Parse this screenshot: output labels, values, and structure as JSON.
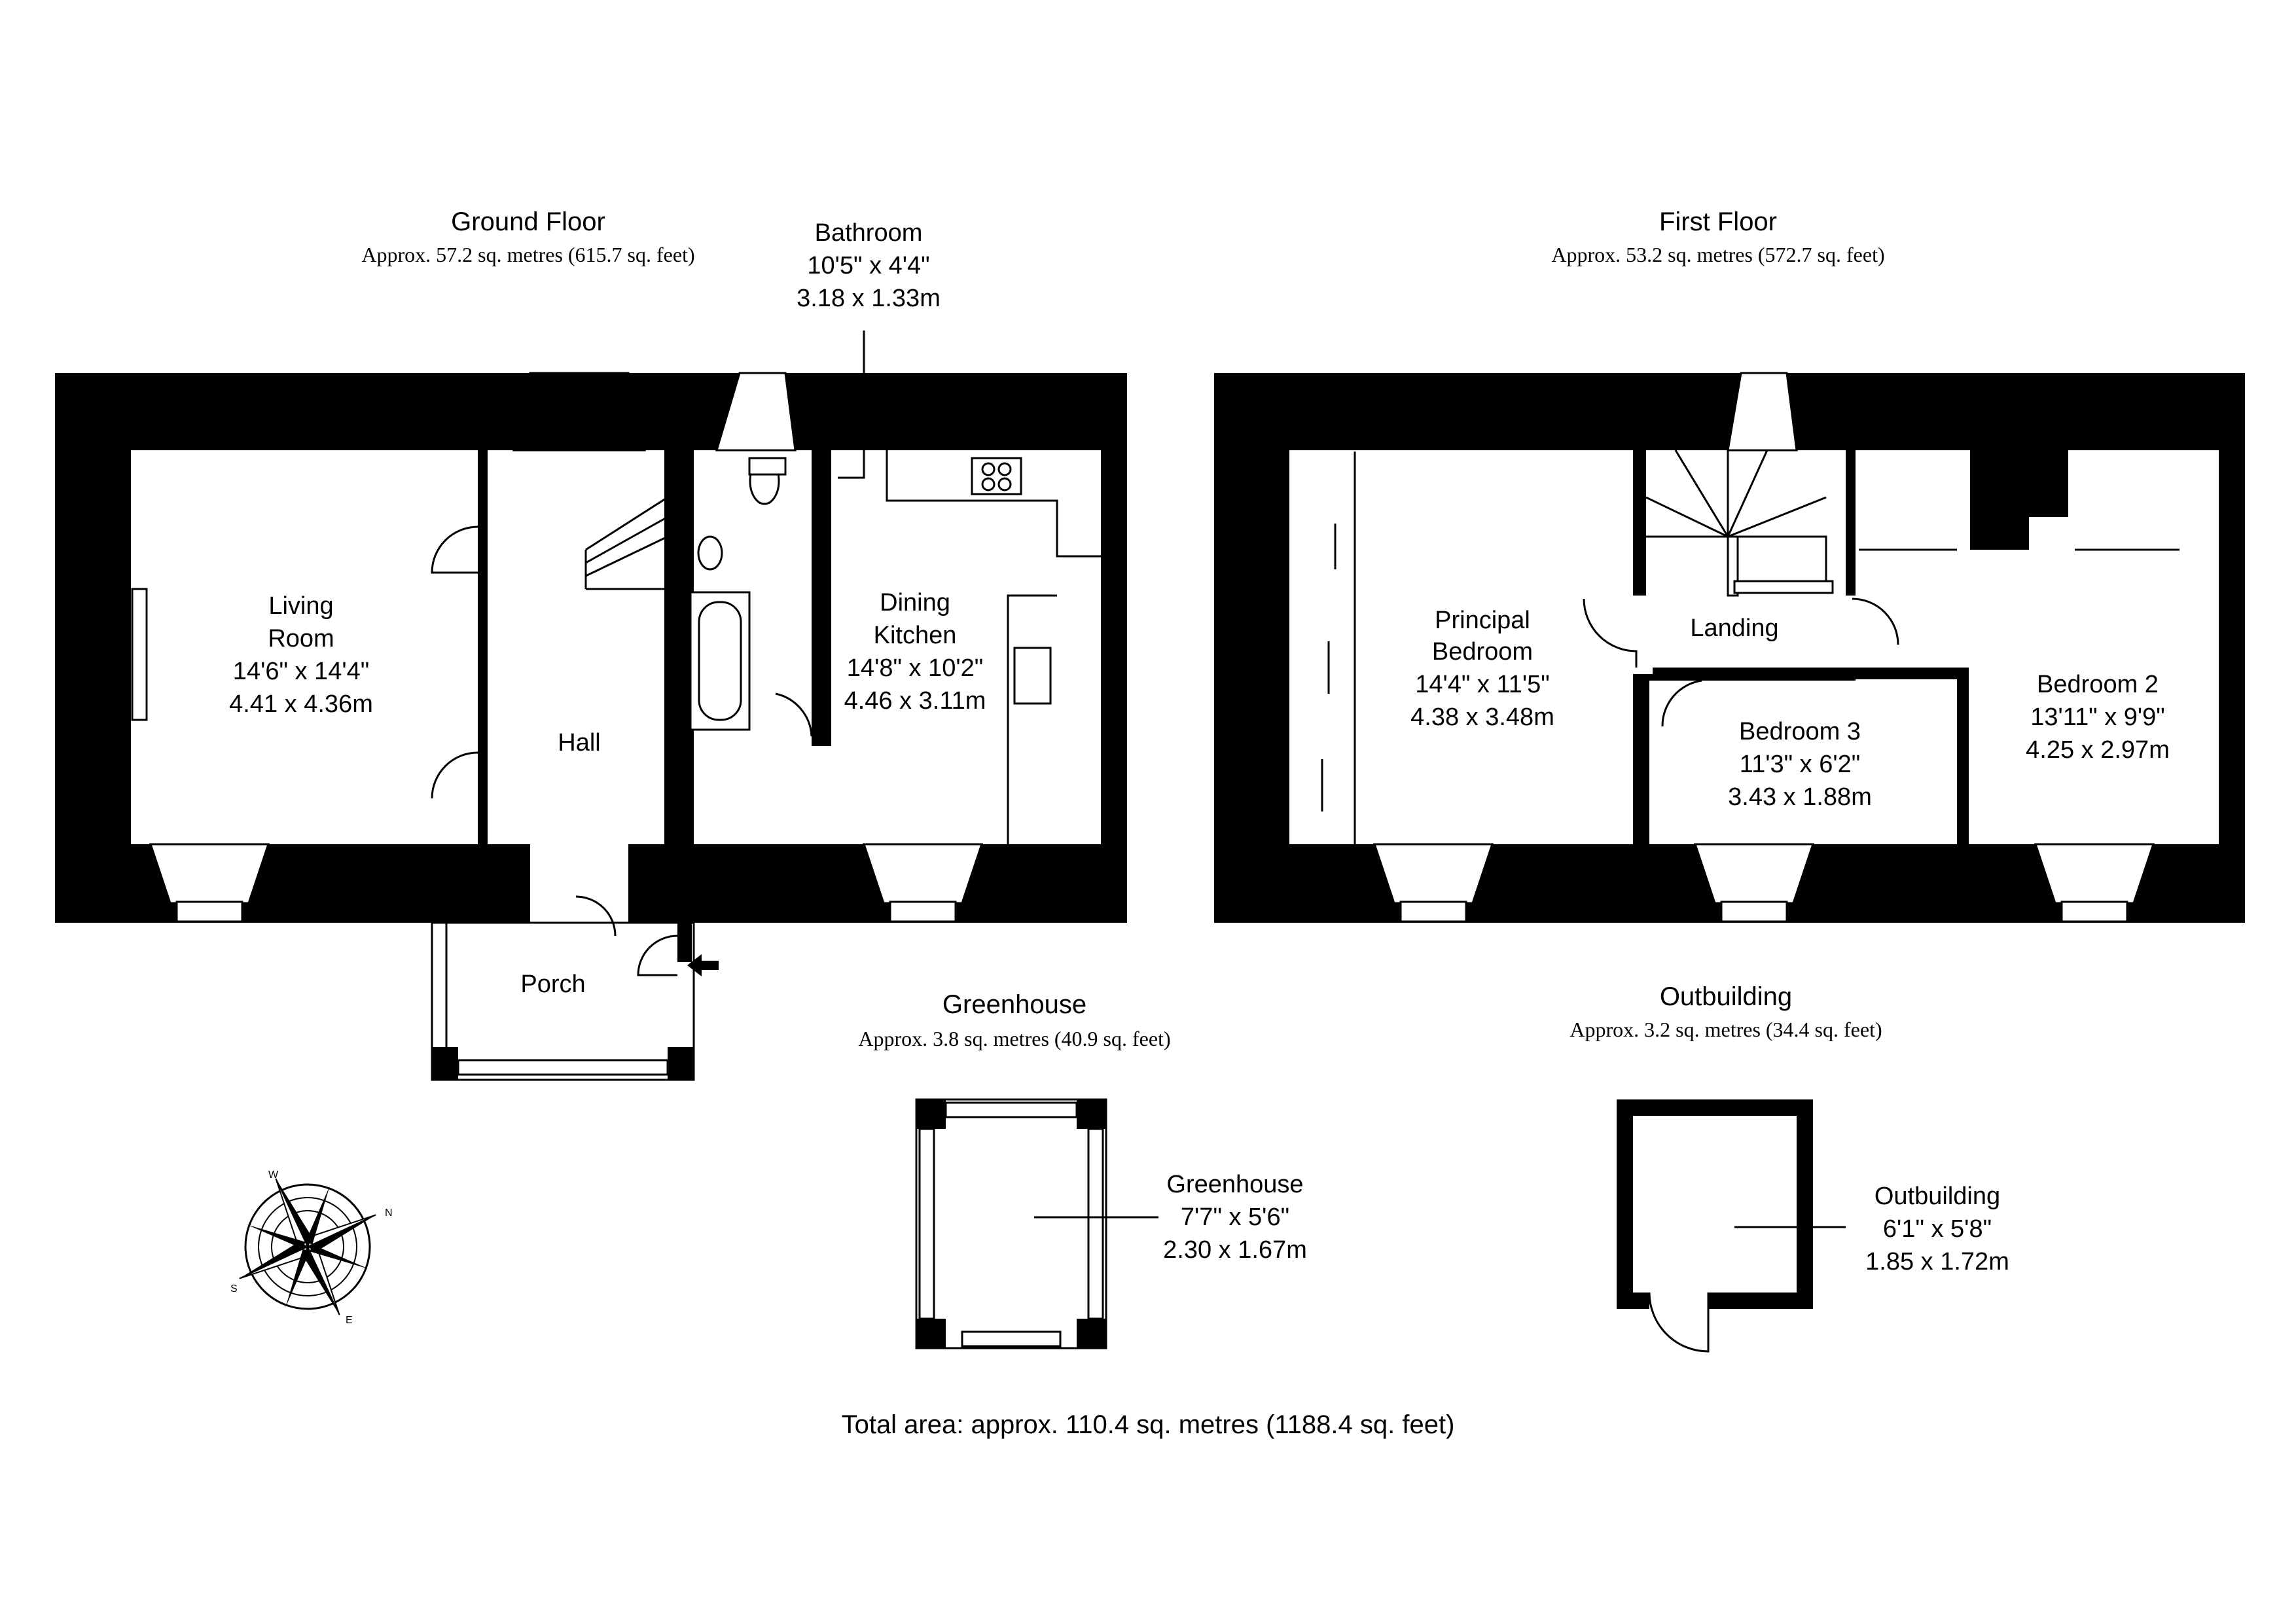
{
  "floors": {
    "ground": {
      "title": "Ground Floor",
      "area": "Approx. 57.2 sq. metres (615.7 sq. feet)"
    },
    "first": {
      "title": "First Floor",
      "area": "Approx. 53.2 sq. metres (572.7 sq. feet)"
    },
    "greenhouse": {
      "title": "Greenhouse",
      "area": "Approx. 3.8 sq. metres (40.9 sq. feet)"
    },
    "outbuilding": {
      "title": "Outbuilding",
      "area": "Approx. 3.2 sq. metres (34.4 sq. feet)"
    }
  },
  "rooms": {
    "bathroom": {
      "name": "Bathroom",
      "imperial": "10'5\" x 4'4\"",
      "metric": "3.18 x 1.33m"
    },
    "living": {
      "name1": "Living",
      "name2": "Room",
      "imperial": "14'6\" x 14'4\"",
      "metric": "4.41 x 4.36m"
    },
    "hall": {
      "name": "Hall"
    },
    "dining": {
      "name1": "Dining",
      "name2": "Kitchen",
      "imperial": "14'8\" x 10'2\"",
      "metric": "4.46 x 3.11m"
    },
    "porch": {
      "name": "Porch"
    },
    "principal": {
      "name1": "Principal",
      "name2": "Bedroom",
      "imperial": "14'4\" x 11'5\"",
      "metric": "4.38 x 3.48m"
    },
    "landing": {
      "name": "Landing"
    },
    "bedroom3": {
      "name": "Bedroom 3",
      "imperial": "11'3\" x 6'2\"",
      "metric": "3.43 x 1.88m"
    },
    "bedroom2": {
      "name": "Bedroom 2",
      "imperial": "13'11\" x 9'9\"",
      "metric": "4.25 x 2.97m"
    },
    "greenhouse": {
      "name": "Greenhouse",
      "imperial": "7'7\" x 5'6\"",
      "metric": "2.30 x 1.67m"
    },
    "outbuilding": {
      "name": "Outbuilding",
      "imperial": "6'1\" x 5'8\"",
      "metric": "1.85 x 1.72m"
    }
  },
  "total": "Total area: approx. 110.4 sq. metres (1188.4 sq. feet)",
  "compass": {
    "n": "N",
    "e": "E",
    "s": "S",
    "w": "W"
  }
}
